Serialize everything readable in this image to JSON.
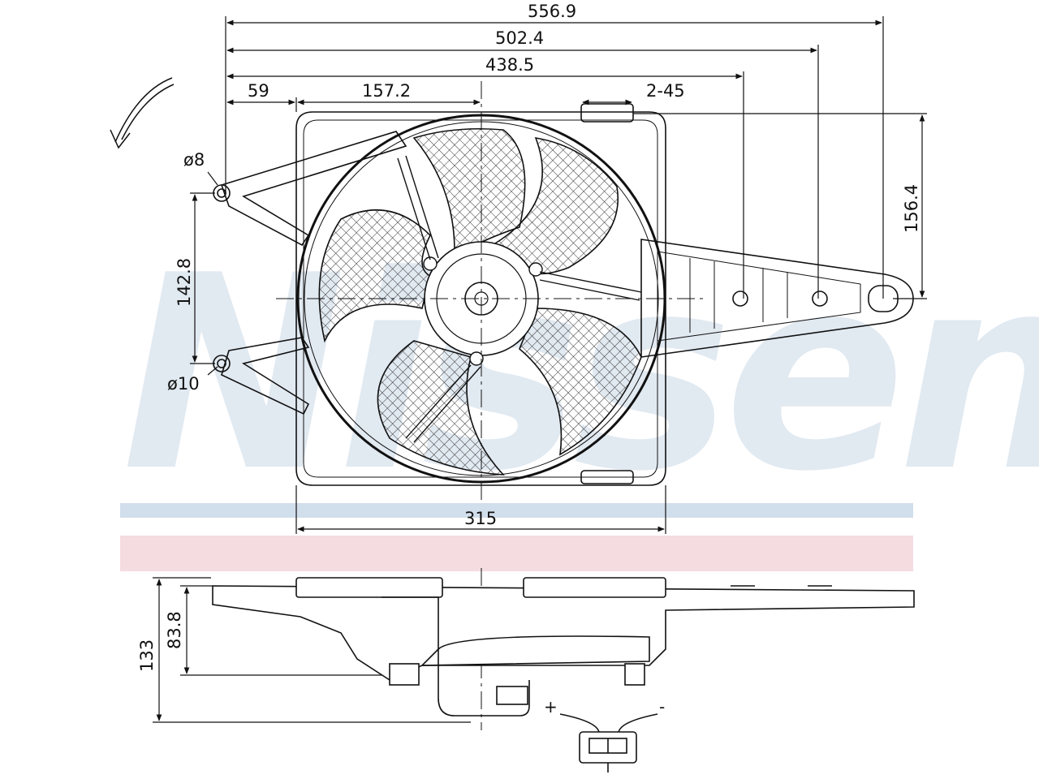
{
  "watermark": {
    "text": "Nissens",
    "color": "#c9d8e6",
    "band_blue": "#c5d6e6",
    "band_pink": "#f2d3d9"
  },
  "dimensions": {
    "overall_width": "556.9",
    "mount_span": "502.4",
    "span_438": "438.5",
    "offset_59": "59",
    "offset_157": "157.2",
    "slot": "2-45",
    "right_height": "156.4",
    "left_height": "142.8",
    "hole_d8": "ø8",
    "hole_d10": "ø10",
    "frame_width": "315",
    "depth_133": "133",
    "depth_83": "83.8"
  },
  "connector": {
    "plus": "+",
    "minus": "-"
  },
  "icons": {
    "rotation": "rotation-arrow-icon"
  },
  "colors": {
    "line": "#111111",
    "mesh": "#333333"
  }
}
